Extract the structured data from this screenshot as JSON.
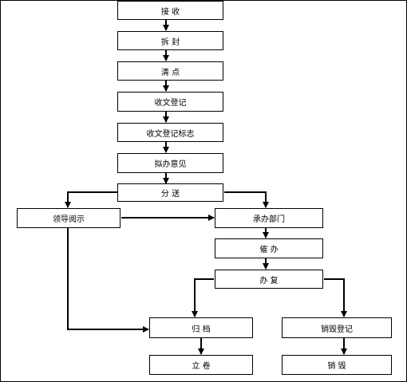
{
  "steps": {
    "receive": "接  收",
    "open": "拆  封",
    "check": "清  点",
    "register": "收文登记",
    "mark": "收文登记标志",
    "opinion": "拟办意见",
    "distribute": "分  送",
    "leader": "领导阅示",
    "dept": "承办部门",
    "urge": "催  办",
    "handle": "办  复",
    "archive": "归  档",
    "destroy_reg": "销毁登记",
    "file": "立  卷",
    "destroy": "销  毁"
  }
}
